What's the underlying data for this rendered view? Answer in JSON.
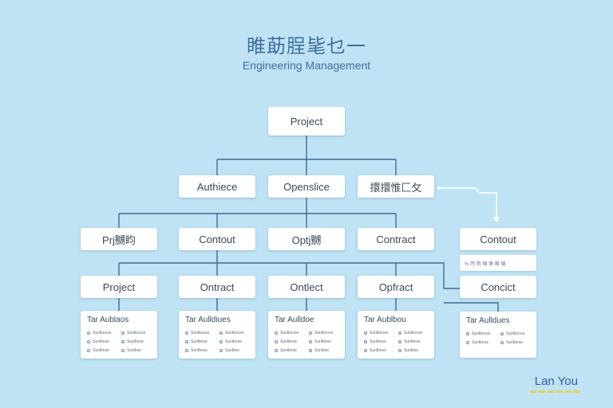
{
  "title": "睢莇脭毞乜一",
  "subtitle": "Engineering Management",
  "root": "Project",
  "level1": [
    "Authiece",
    "Openslice",
    "擐擐惟匚攵"
  ],
  "level2": [
    "Prj嬲盷",
    "Contout",
    "Optj嬲",
    "Contract",
    "Contout"
  ],
  "level2_note": "% 罔 啂 噠 谗 喛 噠",
  "level3": [
    "Project",
    "Ontract",
    "Ontlect",
    "Opfract",
    "Concict"
  ],
  "cards": [
    {
      "title": "Tar Aublaos",
      "rows": [
        "Sunlbcoxe",
        "Sunlbcoxe",
        "Sunlbnxe",
        "Sunlbnxe",
        "Sunlbnxe",
        "Sunlbxe"
      ]
    },
    {
      "title": "Tar Aulldiues",
      "rows": [
        "Sunlbcoxe",
        "Sunlbcoxe",
        "Sunlbnxe",
        "Sunlbnxe",
        "Sunlbnxe",
        "Sunlbxe"
      ]
    },
    {
      "title": "Tar Aulldoe",
      "rows": [
        "Sunlbcoxe",
        "Sunlbcoxe",
        "Sunlbnxe",
        "Sunlbnxe",
        "Sunlbnxe",
        "Sunlbxe"
      ]
    },
    {
      "title": "Tar Aublbou",
      "rows": [
        "Sunlbcoxe",
        "Sunlbcoxe",
        "Sunlbnxe",
        "Sunlbnxe",
        "Sunlbnxe",
        "Sunlbxe"
      ]
    },
    {
      "title": "Tar Aulldues",
      "rows": [
        "Sunlbcoxe",
        "Sunlbcoxe",
        "Sunlbnxe",
        "Sunlbnxe"
      ]
    }
  ],
  "brand": "Lan You",
  "colors": {
    "background": "#bfe3f5",
    "line": "#3f6a92",
    "node": "#ffffff",
    "brand_accent": "#e8d24a"
  }
}
